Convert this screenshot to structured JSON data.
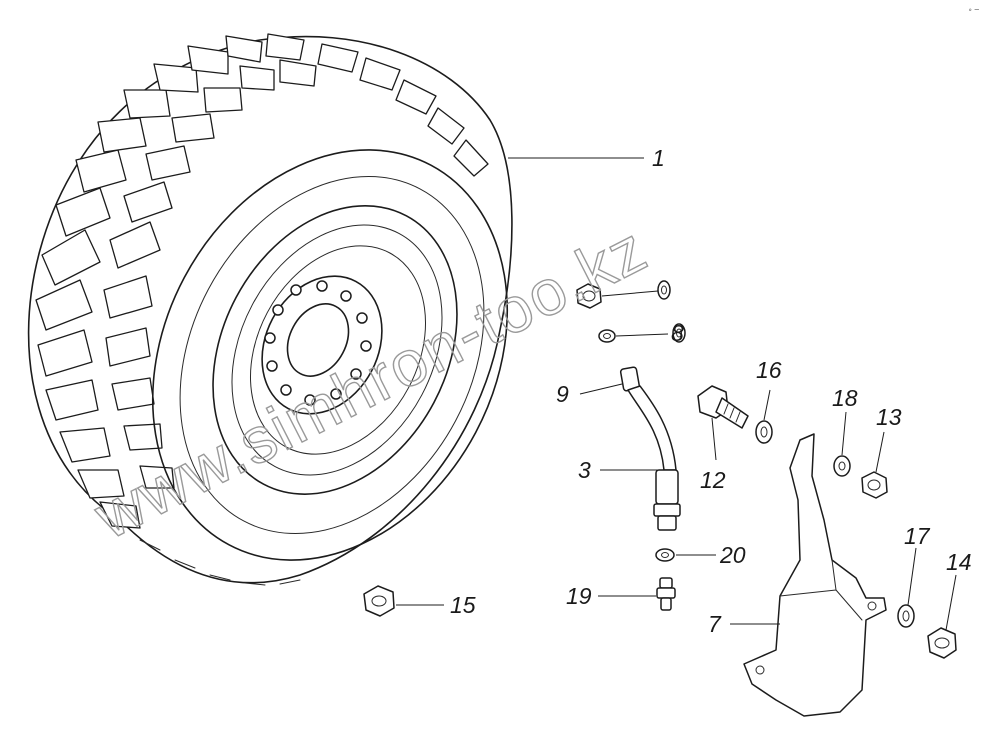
{
  "diagram": {
    "watermark": "www.simhron-too.kz",
    "corner_mark": "∘ ─",
    "callouts": [
      {
        "id": "p1",
        "label": "1"
      },
      {
        "id": "p8",
        "label": "8"
      },
      {
        "id": "p9",
        "label": "9"
      },
      {
        "id": "p16",
        "label": "16"
      },
      {
        "id": "p18",
        "label": "18"
      },
      {
        "id": "p13",
        "label": "13"
      },
      {
        "id": "p3",
        "label": "3"
      },
      {
        "id": "p12",
        "label": "12"
      },
      {
        "id": "p20",
        "label": "20"
      },
      {
        "id": "p17",
        "label": "17"
      },
      {
        "id": "p14",
        "label": "14"
      },
      {
        "id": "p19",
        "label": "19"
      },
      {
        "id": "p15",
        "label": "15"
      },
      {
        "id": "p7",
        "label": "7"
      }
    ]
  }
}
